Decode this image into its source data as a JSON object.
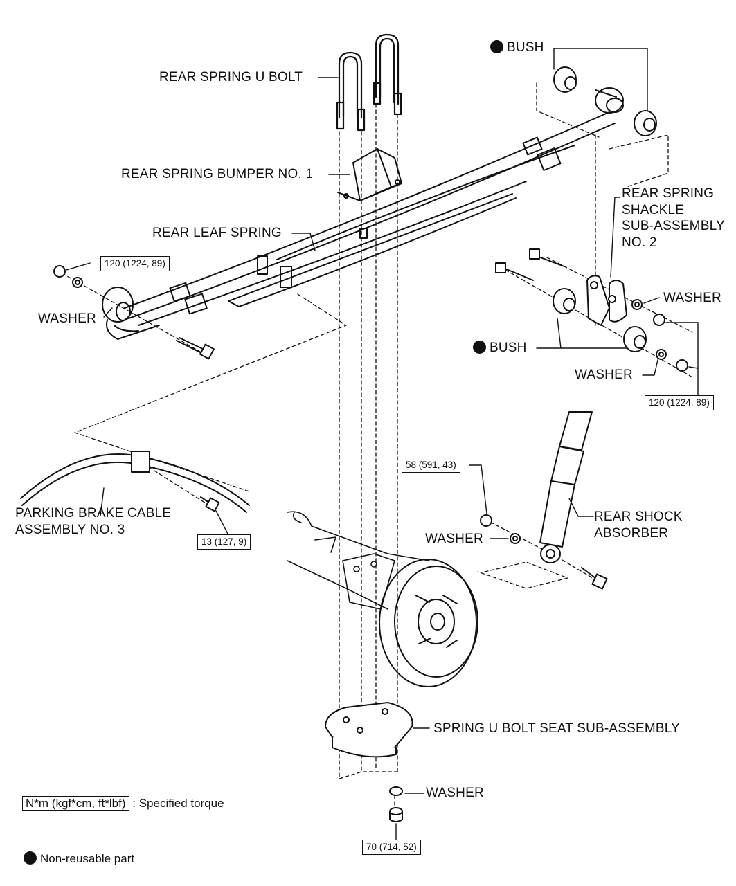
{
  "labels": {
    "bush_top": "BUSH",
    "rear_spring_u_bolt": "REAR SPRING U BOLT",
    "rear_spring_bumper": "REAR SPRING BUMPER NO. 1",
    "rear_leaf_spring": "REAR LEAF SPRING",
    "washer_left": "WASHER",
    "shackle": "REAR SPRING\nSHACKLE\nSUB-ASSEMBLY\nNO. 2",
    "washer_right_top": "WASHER",
    "bush_mid": "BUSH",
    "washer_right_mid": "WASHER",
    "parking_brake": "PARKING BRAKE CABLE\nASSEMBLY NO. 3",
    "rear_shock": "REAR SHOCK\nABSORBER",
    "washer_shock": "WASHER",
    "u_bolt_seat": "SPRING U BOLT SEAT SUB-ASSEMBLY",
    "washer_bottom": "WASHER"
  },
  "torques": {
    "left_bolt": "120 (1224, 89)",
    "right_nut": "120 (1224, 89)",
    "shock_upper": "58 (591, 43)",
    "cable_bolt": "13 (127, 9)",
    "u_bolt_nut": "70 (714, 52)"
  },
  "legend": {
    "torque_box": "N*m (kgf*cm, ft*lbf)",
    "torque_text": ": Specified torque",
    "nonreusable_text": "Non-reusable part"
  },
  "colors": {
    "ink": "#111111",
    "background": "#ffffff"
  }
}
